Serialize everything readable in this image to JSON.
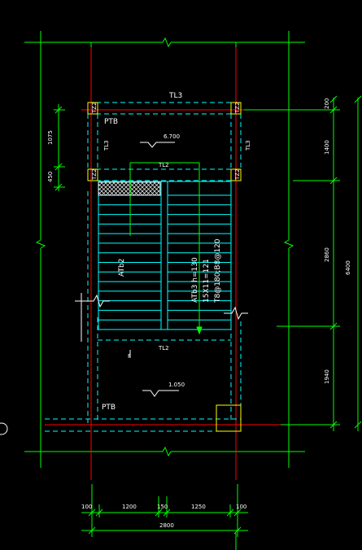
{
  "labels": {
    "tl3_top": "TL3",
    "ptb_top": "PTB",
    "tl3_left": "TL3",
    "tl3_right": "TL3",
    "elev_top": "6.700",
    "tl2_top": "TL2",
    "tz2": "TZ2",
    "atb2": "ATb2",
    "atb3": "ATb3  h=130",
    "treads": "15X11=121",
    "rebar": "T8@180;B8@120",
    "tl2_bottom": "TL2",
    "elev_bottom": "1.050",
    "ptb_bottom": "PTB",
    "break_label": "F"
  },
  "dims": {
    "left_1075": "1075",
    "left_450": "450",
    "right_200": "200",
    "right_1400": "1400",
    "right_2860": "2860",
    "right_1940": "1940",
    "right_total": "6400",
    "bottom_100a": "100",
    "bottom_1200": "1200",
    "bottom_150": "150",
    "bottom_1250": "1250",
    "bottom_100b": "100",
    "bottom_total": "2800"
  },
  "colors": {
    "background": "#000000",
    "grid_axis": "#00ff00",
    "dimension": "#00ff00",
    "beam_dashed": "#00ffff",
    "stair_lines": "#00ffff",
    "wall_red": "#ff0000",
    "column": "#ffff00",
    "text": "#ffffff",
    "hatch": "#ffffff"
  }
}
